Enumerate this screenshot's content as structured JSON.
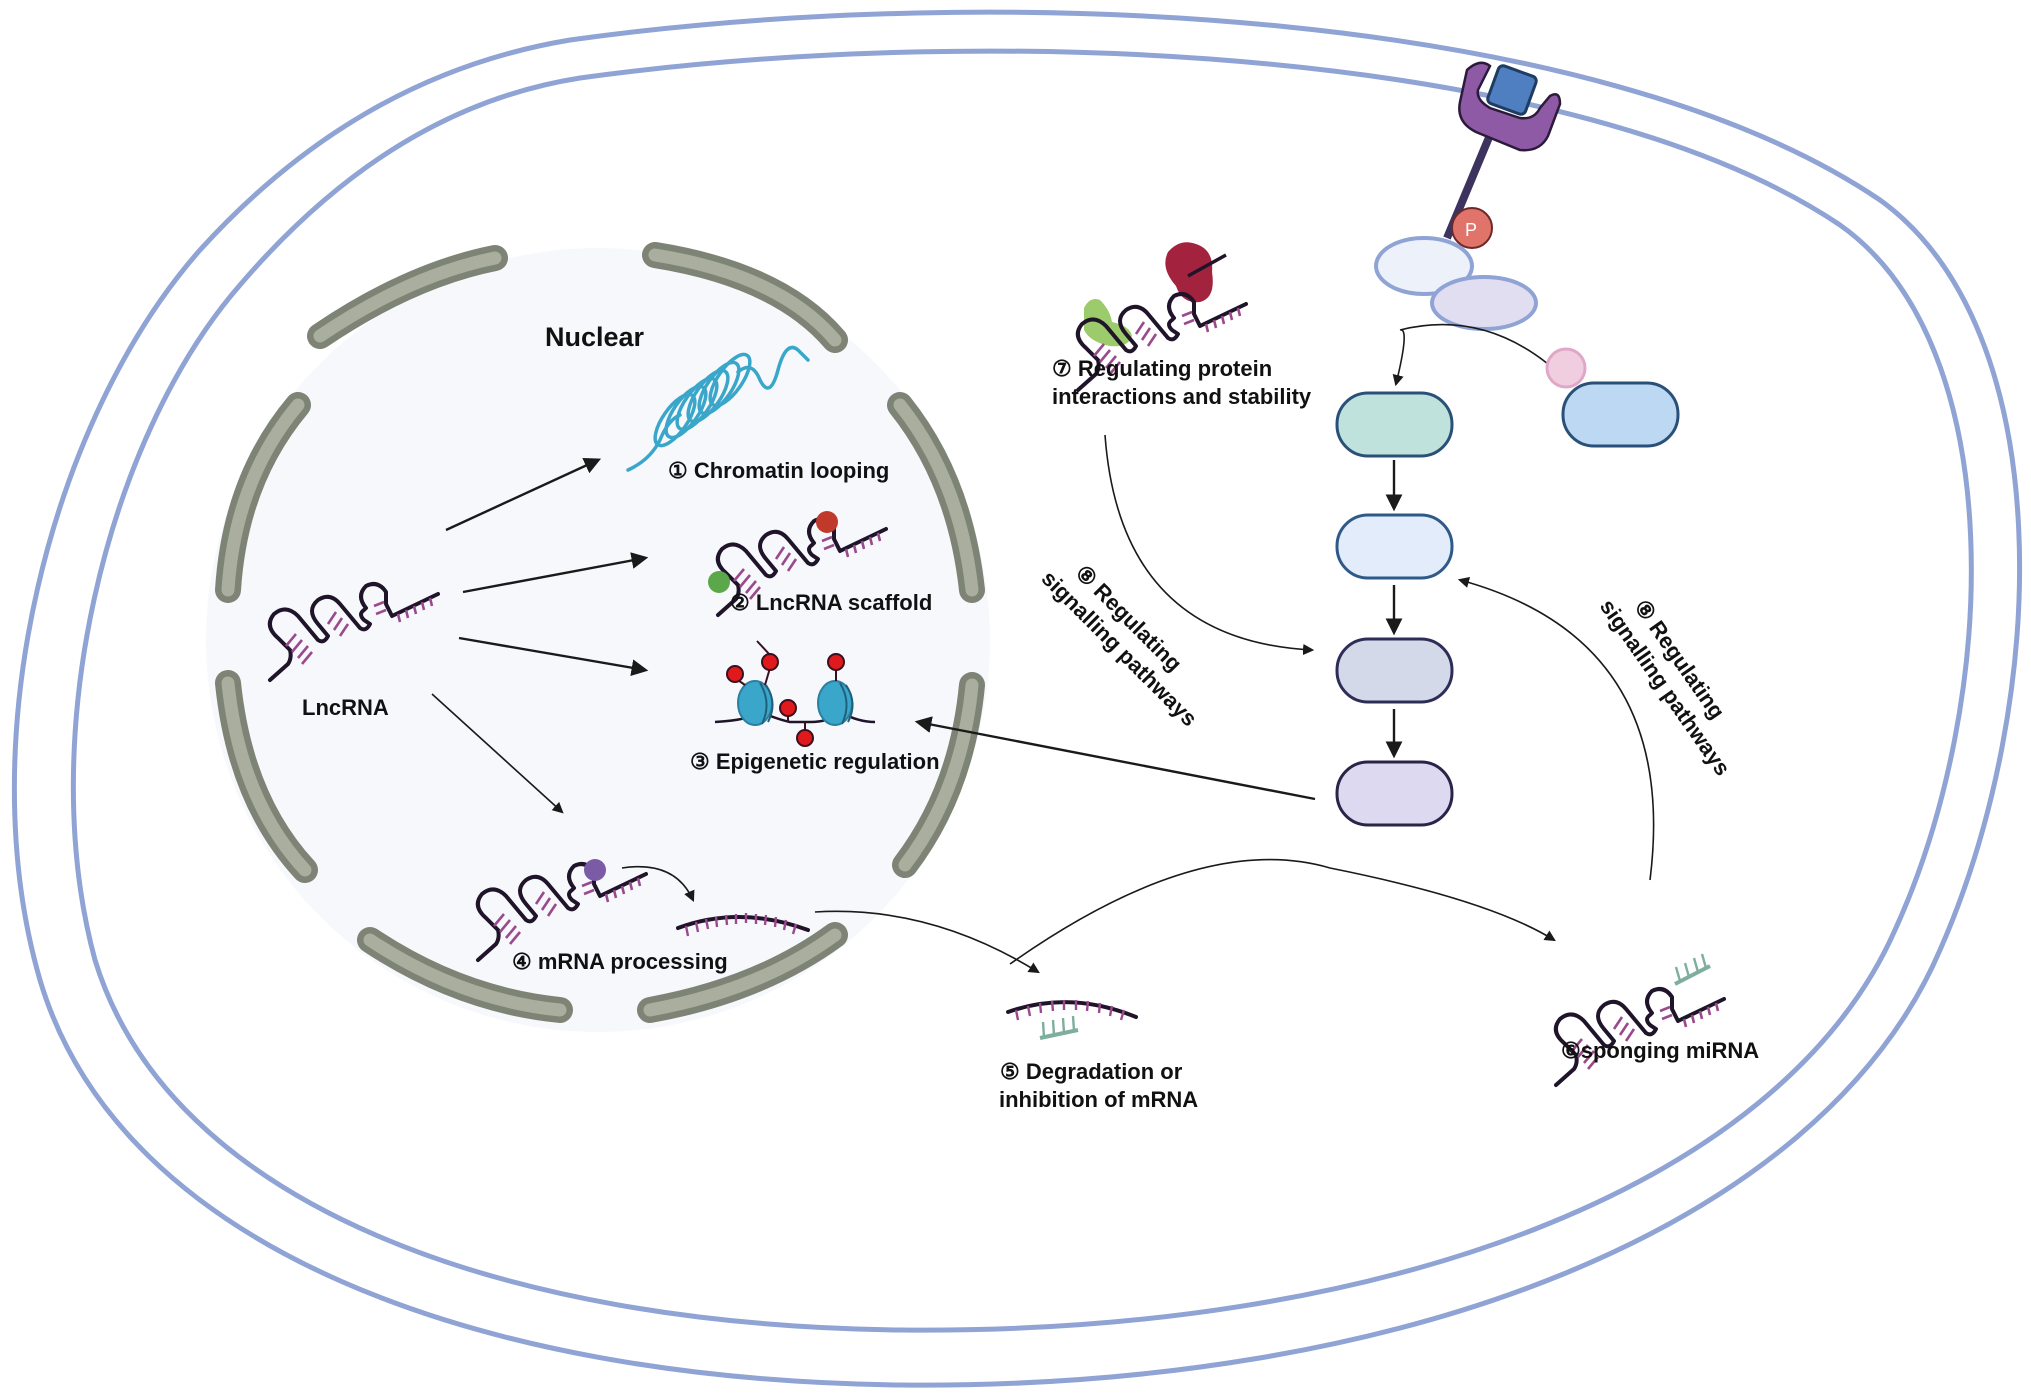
{
  "title": "LncRNA functional mechanisms in the cell",
  "colors": {
    "background": "#ffffff",
    "cytoplasm": "#edf2fa",
    "membrane": "#8fa3d4",
    "nucleus": "#f6f8fc",
    "nuclear_envelope": "#7d8475",
    "nuclear_envelope_fill": "#a9ae9e",
    "rna_backbone": "#20142a",
    "rna_bases": "#9a4a8c",
    "chromatin": "#3aa6c9",
    "histone": "#3aa6c9",
    "methyl_mark": "#e0191c",
    "scaffold_protein_red": "#c0392b",
    "scaffold_protein_green": "#5aa84a",
    "splicing_factor": "#7b5aa6",
    "mirna": "#7fae9e",
    "receptor": "#8e5aa6",
    "ligand": "#4f7fc0",
    "phospho": "#e0746a",
    "protein_green": "#9bcb6a",
    "protein_crimson": "#a3233e",
    "cascade_1": "#bfe3dc",
    "cascade_2": "#e2ecfa",
    "cascade_3": "#d3d9e8",
    "cascade_4": "#ddd9f1",
    "side_node": "#bcd8f2",
    "pink_adapter": "#f1cde0"
  },
  "labels": {
    "nucleus": "Nuclear",
    "lncrna": "LncRNA",
    "phospho": "P"
  },
  "functions": [
    {
      "id": 1,
      "marker": "①",
      "text": "Chromatin looping"
    },
    {
      "id": 2,
      "marker": "②",
      "text": "LncRNA scaffold"
    },
    {
      "id": 3,
      "marker": "③",
      "text": "Epigenetic regulation"
    },
    {
      "id": 4,
      "marker": "④",
      "text": "mRNA processing"
    },
    {
      "id": 5,
      "marker": "⑤",
      "lines": [
        "Degradation or",
        "inhibition of mRNA"
      ]
    },
    {
      "id": 6,
      "marker": "⑥",
      "text": "sponging miRNA"
    },
    {
      "id": 7,
      "marker": "⑦",
      "lines": [
        "Regulating protein",
        "interactions and stability"
      ]
    },
    {
      "id": 8,
      "marker": "⑧",
      "lines": [
        "Regulating",
        "signalling pathways"
      ]
    }
  ],
  "text": {
    "f1": "① Chromatin looping",
    "f2": "② LncRNA scaffold",
    "f3": "③ Epigenetic regulation",
    "f4": "④ mRNA processing",
    "f5_line1": "⑤ Degradation or",
    "f5_line2": "inhibition of mRNA",
    "f6": "⑥sponging miRNA",
    "f7_line1": "⑦ Regulating protein",
    "f7_line2": "interactions and stability",
    "f8_line1": "⑧ Regulating",
    "f8_line2": "signalling pathways"
  },
  "signalling_cascade": {
    "nodes": [
      "cascade-node-1",
      "cascade-node-2",
      "cascade-node-3",
      "cascade-node-4"
    ],
    "side_node": "upstream-node"
  }
}
